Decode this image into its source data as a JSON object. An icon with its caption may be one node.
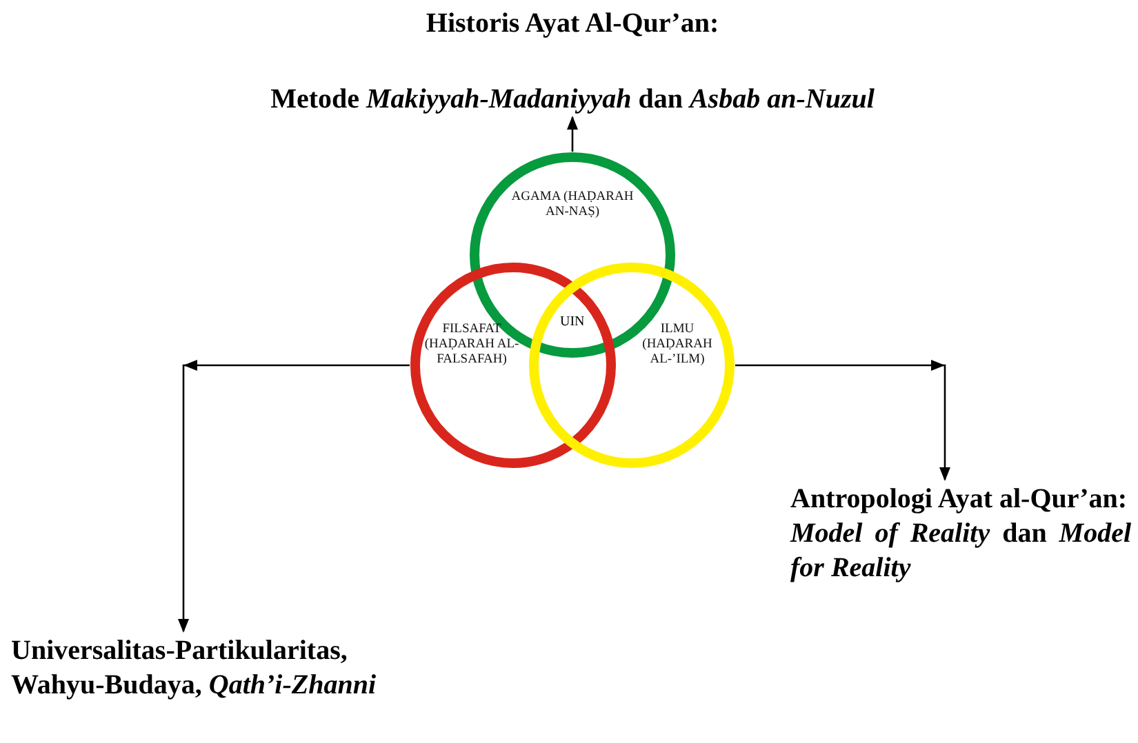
{
  "diagram": {
    "nodes": [
      {
        "text": [
          "Historis Ayat Al-Qur’an:",
          "Metode *Makiyyah-Madaniyyah* dan *Asbab an-Nuzul*"
        ]
      },
      {
        "text": [
          "AGAMA (HAḌARAH AN-NAṢ)"
        ]
      },
      {
        "text": [
          "FILSAFAT (HAḌARAH AL-FALSAFAH)"
        ]
      },
      {
        "text": [
          "ILMU (HAḌARAH AL-’ILM)"
        ]
      },
      {
        "text": [
          "Antropologi Ayat al-Qur’an:",
          "*Model of Reality* dan *Model for Reality*"
        ]
      },
      {
        "text": [
          "Universalitas-Partikularitas, Wahyu-Budaya, *Qath’i-Zhanni*"
        ]
      }
    ],
    "edges": [
      {
        "from": 1,
        "to": 0,
        "arrow": "to"
      },
      {
        "from": 2,
        "to": 5,
        "arrow": "to"
      },
      {
        "from": 3,
        "to": 4,
        "arrow": "to"
      }
    ],
    "labels": [
      "UIN"
    ]
  }
}
